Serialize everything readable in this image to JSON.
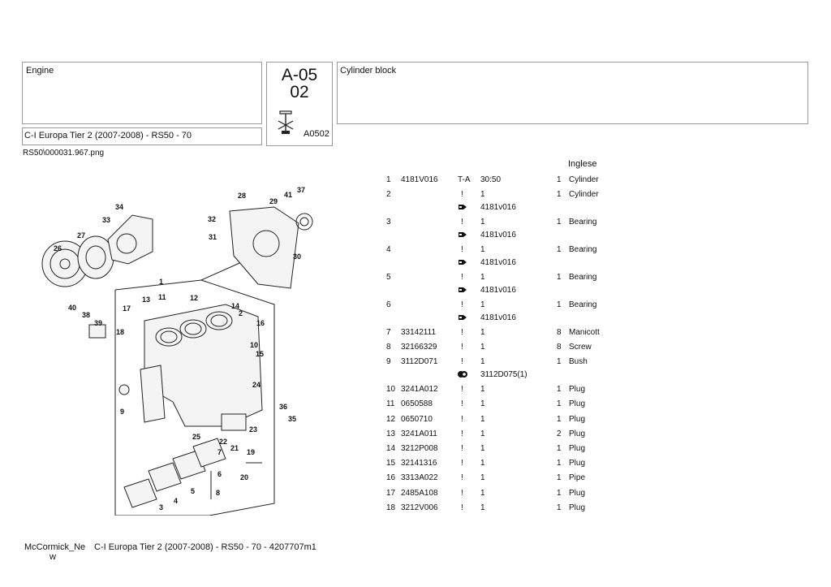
{
  "header": {
    "section": "Engine",
    "code_line1": "A-05",
    "code_line2": "02",
    "code_small": "A0502",
    "model": "C-I Europa Tier 2 (2007-2008) - RS50 - 70",
    "title": "Cylinder block",
    "image_file": "RS50\\000031.967.png"
  },
  "table": {
    "language_header": "Inglese",
    "rows": [
      {
        "n": "1",
        "part": "4181V016",
        "mark": "T-A",
        "qty_label": "30:50",
        "qty": "1",
        "desc": "Cylinder",
        "note": "",
        "note_type": ""
      },
      {
        "n": "2",
        "part": "",
        "mark": "!",
        "qty_label": "1",
        "qty": "1",
        "desc": "Cylinder",
        "note": "4181v016",
        "note_type": "arrow"
      },
      {
        "n": "3",
        "part": "",
        "mark": "!",
        "qty_label": "1",
        "qty": "1",
        "desc": "Bearing",
        "note": "4181v016",
        "note_type": "arrow"
      },
      {
        "n": "4",
        "part": "",
        "mark": "!",
        "qty_label": "1",
        "qty": "1",
        "desc": "Bearing",
        "note": "4181v016",
        "note_type": "arrow"
      },
      {
        "n": "5",
        "part": "",
        "mark": "!",
        "qty_label": "1",
        "qty": "1",
        "desc": "Bearing",
        "note": "4181v016",
        "note_type": "arrow"
      },
      {
        "n": "6",
        "part": "",
        "mark": "!",
        "qty_label": "1",
        "qty": "1",
        "desc": "Bearing",
        "note": "4181v016",
        "note_type": "arrow"
      },
      {
        "n": "7",
        "part": "33142111",
        "mark": "!",
        "qty_label": "1",
        "qty": "8",
        "desc": "Manicott",
        "note": "",
        "note_type": ""
      },
      {
        "n": "8",
        "part": "32166329",
        "mark": "!",
        "qty_label": "1",
        "qty": "8",
        "desc": "Screw",
        "note": "",
        "note_type": ""
      },
      {
        "n": "9",
        "part": "3112D071",
        "mark": "!",
        "qty_label": "1",
        "qty": "1",
        "desc": "Bush",
        "note": "3112D075(1)",
        "note_type": "dots"
      },
      {
        "n": "10",
        "part": "3241A012",
        "mark": "!",
        "qty_label": "1",
        "qty": "1",
        "desc": "Plug",
        "note": "",
        "note_type": ""
      },
      {
        "n": "11",
        "part": "0650588",
        "mark": "!",
        "qty_label": "1",
        "qty": "1",
        "desc": "Plug",
        "note": "",
        "note_type": ""
      },
      {
        "n": "12",
        "part": "0650710",
        "mark": "!",
        "qty_label": "1",
        "qty": "1",
        "desc": "Plug",
        "note": "",
        "note_type": ""
      },
      {
        "n": "13",
        "part": "3241A011",
        "mark": "!",
        "qty_label": "1",
        "qty": "2",
        "desc": "Plug",
        "note": "",
        "note_type": ""
      },
      {
        "n": "14",
        "part": "3212P008",
        "mark": "!",
        "qty_label": "1",
        "qty": "1",
        "desc": "Plug",
        "note": "",
        "note_type": ""
      },
      {
        "n": "15",
        "part": "32141316",
        "mark": "!",
        "qty_label": "1",
        "qty": "1",
        "desc": "Plug",
        "note": "",
        "note_type": ""
      },
      {
        "n": "16",
        "part": "3313A022",
        "mark": "!",
        "qty_label": "1",
        "qty": "1",
        "desc": "Pipe",
        "note": "",
        "note_type": ""
      },
      {
        "n": "17",
        "part": "2485A108",
        "mark": "!",
        "qty_label": "1",
        "qty": "1",
        "desc": "Plug",
        "note": "",
        "note_type": ""
      },
      {
        "n": "18",
        "part": "3212V006",
        "mark": "!",
        "qty_label": "1",
        "qty": "1",
        "desc": "Plug",
        "note": "",
        "note_type": ""
      }
    ]
  },
  "footer": {
    "brand_line1": "McCormick_Ne",
    "brand_line2": "w",
    "doc": "C-I Europa Tier 2 (2007-2008) - RS50 - 70 - 4207707m1"
  },
  "diagram": {
    "callouts": [
      "1",
      "2",
      "3",
      "4",
      "5",
      "6",
      "7",
      "8",
      "9",
      "10",
      "11",
      "12",
      "13",
      "14",
      "15",
      "16",
      "17",
      "18",
      "19",
      "20",
      "21",
      "22",
      "23",
      "24",
      "25",
      "26",
      "27",
      "28",
      "29",
      "30",
      "31",
      "32",
      "33",
      "34",
      "35",
      "36",
      "37",
      "38",
      "39",
      "40",
      "41"
    ]
  }
}
